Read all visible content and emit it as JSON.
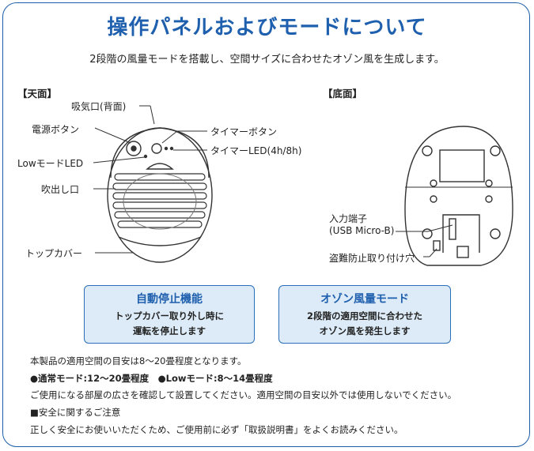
{
  "title": "操作パネルおよびモードについて",
  "subtitle": "2段階の風量モードを搭載し、空間サイズに合わせたオゾン風を生成します。",
  "top_view": {
    "heading": "【天面】",
    "labels": {
      "intake": "吸気口(背面)",
      "power_button": "電源ボタン",
      "low_mode_led": "LowモードLED",
      "outlet": "吹出し口",
      "top_cover": "トップカバー",
      "timer_button": "タイマーボタン",
      "timer_led": "タイマーLED(4h/8h)"
    }
  },
  "bottom_view": {
    "heading": "【底面】",
    "labels": {
      "input_port_line1": "入力端子",
      "input_port_line2": "(USB Micro-B)",
      "anti_theft_hole": "盗難防止取り付け穴"
    }
  },
  "feature_boxes": [
    {
      "title": "自動停止機能",
      "line1": "トップカバー取り外し時に",
      "line2": "運転を停止します"
    },
    {
      "title": "オゾン風量モード",
      "line1": "2段階の適用空間に合わせた",
      "line2": "オゾン風を発生します"
    }
  ],
  "notes": {
    "line1": "本製品の適用空間の目安は8〜20畳程度となります。",
    "line2": "●通常モード:12〜20畳程度　●Lowモード:8〜14畳程度",
    "line3": "ご使用になる部屋の広さを確認して設置してください。適用空間の目安以外では使用しないでください。",
    "line4": "■安全に関するご注意",
    "line5": "正しく安全にお使いいただくため、ご使用前に必ず「取扱説明書」をよくお読みください。"
  },
  "colors": {
    "accent": "#1e5fae",
    "box_fill": "#dcebf7",
    "box_border": "#2b6fb8"
  }
}
